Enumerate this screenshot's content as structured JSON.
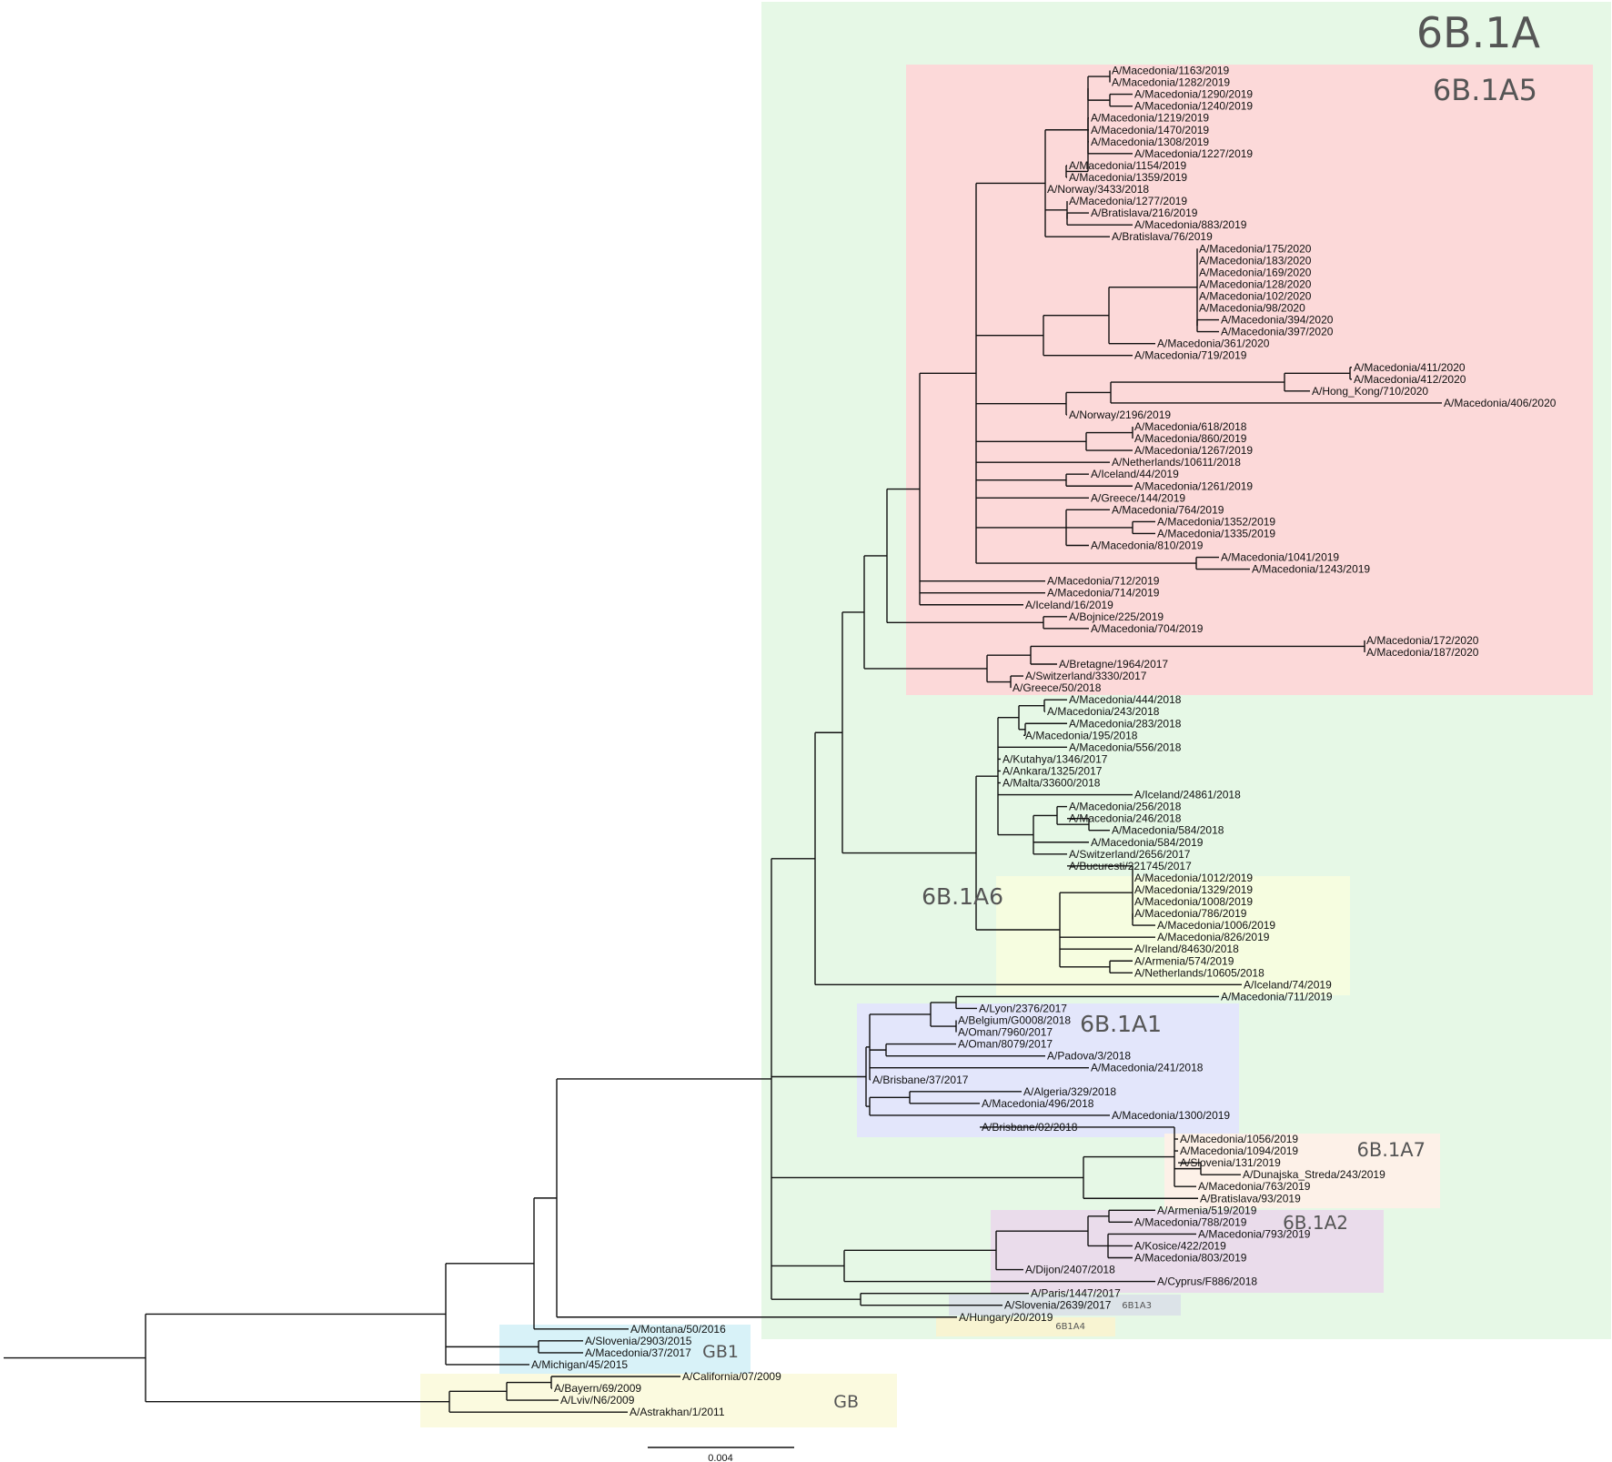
{
  "clades": [
    {
      "id": "c6b1a",
      "label": "6B.1A",
      "color": "#e6f8e6"
    },
    {
      "id": "c6b1a5",
      "label": "6B.1A5",
      "color": "#fcd9d9"
    },
    {
      "id": "c6b1a6",
      "label": "6B.1A6",
      "color": "#f6fde0"
    },
    {
      "id": "c6b1a1",
      "label": "6B.1A1",
      "color": "#e3e6fb"
    },
    {
      "id": "c6b1a7",
      "label": "6B.1A7",
      "color": "#fdf1e8"
    },
    {
      "id": "c6b1a2",
      "label": "6B.1A2",
      "color": "#eadceb"
    },
    {
      "id": "c6b1a3",
      "label": "6B1A3",
      "color": "#dce3e8"
    },
    {
      "id": "c6b1a4",
      "label": "6B1A4",
      "color": "#f8f4d2"
    },
    {
      "id": "cgb1",
      "label": "GB1",
      "color": "#d8f2f8"
    },
    {
      "id": "cgb",
      "label": "GB",
      "color": "#fbfadf"
    }
  ],
  "leaves": [
    "A/Macedonia/1163/2019",
    "A/Macedonia/1282/2019",
    "A/Macedonia/1290/2019",
    "A/Macedonia/1240/2019",
    "A/Macedonia/1219/2019",
    "A/Macedonia/1470/2019",
    "A/Macedonia/1308/2019",
    "A/Macedonia/1227/2019",
    "A/Macedonia/1154/2019",
    "A/Macedonia/1359/2019",
    "A/Norway/3433/2018",
    "A/Macedonia/1277/2019",
    "A/Bratislava/216/2019",
    "A/Macedonia/883/2019",
    "A/Bratislava/76/2019",
    "A/Macedonia/175/2020",
    "A/Macedonia/183/2020",
    "A/Macedonia/169/2020",
    "A/Macedonia/128/2020",
    "A/Macedonia/102/2020",
    "A/Macedonia/98/2020",
    "A/Macedonia/394/2020",
    "A/Macedonia/397/2020",
    "A/Macedonia/361/2020",
    "A/Macedonia/719/2019",
    "A/Macedonia/411/2020",
    "A/Macedonia/412/2020",
    "A/Hong_Kong/710/2020",
    "A/Macedonia/406/2020",
    "A/Norway/2196/2019",
    "A/Macedonia/618/2018",
    "A/Macedonia/860/2019",
    "A/Macedonia/1267/2019",
    "A/Netherlands/10611/2018",
    "A/Iceland/44/2019",
    "A/Macedonia/1261/2019",
    "A/Greece/144/2019",
    "A/Macedonia/764/2019",
    "A/Macedonia/1352/2019",
    "A/Macedonia/1335/2019",
    "A/Macedonia/810/2019",
    "A/Macedonia/1041/2019",
    "A/Macedonia/1243/2019",
    "A/Macedonia/712/2019",
    "A/Macedonia/714/2019",
    "A/Iceland/16/2019",
    "A/Bojnice/225/2019",
    "A/Macedonia/704/2019",
    "A/Macedonia/172/2020",
    "A/Macedonia/187/2020",
    "A/Bretagne/1964/2017",
    "A/Switzerland/3330/2017",
    "A/Greece/50/2018",
    "A/Macedonia/444/2018",
    "A/Macedonia/243/2018",
    "A/Macedonia/283/2018",
    "A/Macedonia/195/2018",
    "A/Macedonia/556/2018",
    "A/Kutahya/1346/2017",
    "A/Ankara/1325/2017",
    "A/Malta/33600/2018",
    "A/Iceland/24861/2018",
    "A/Macedonia/256/2018",
    "A/Macedonia/246/2018",
    "A/Macedonia/584/2018",
    "A/Macedonia/584/2019",
    "A/Switzerland/2656/2017",
    "A/Bucuresti/221745/2017",
    "A/Macedonia/1012/2019",
    "A/Macedonia/1329/2019",
    "A/Macedonia/1008/2019",
    "A/Macedonia/786/2019",
    "A/Macedonia/1006/2019",
    "A/Macedonia/826/2019",
    "A/Ireland/84630/2018",
    "A/Armenia/574/2019",
    "A/Netherlands/10605/2018",
    "A/Iceland/74/2019",
    "A/Macedonia/711/2019",
    "A/Lyon/2376/2017",
    "A/Belgium/G0008/2018",
    "A/Oman/7960/2017",
    "A/Oman/8079/2017",
    "A/Padova/3/2018",
    "A/Macedonia/241/2018",
    "A/Brisbane/37/2017",
    "A/Algeria/329/2018",
    "A/Macedonia/496/2018",
    "A/Macedonia/1300/2019",
    "A/Brisbane/02/2018",
    "A/Macedonia/1056/2019",
    "A/Macedonia/1094/2019",
    "A/Slovenia/131/2019",
    "A/Dunajska_Streda/243/2019",
    "A/Macedonia/763/2019",
    "A/Bratislava/93/2019",
    "A/Armenia/519/2019",
    "A/Macedonia/788/2019",
    "A/Macedonia/793/2019",
    "A/Kosice/422/2019",
    "A/Macedonia/803/2019",
    "A/Dijon/2407/2018",
    "A/Cyprus/F886/2018",
    "A/Paris/1447/2017",
    "A/Slovenia/2639/2017",
    "A/Hungary/20/2019",
    "A/Montana/50/2016",
    "A/Slovenia/2903/2015",
    "A/Macedonia/37/2017",
    "A/Michigan/45/2015",
    "A/California/07/2009",
    "A/Bayern/69/2009",
    "A/Lviv/N6/2009",
    "A/Astrakhan/1/2011"
  ],
  "scale_bar": {
    "label": "0.004"
  }
}
